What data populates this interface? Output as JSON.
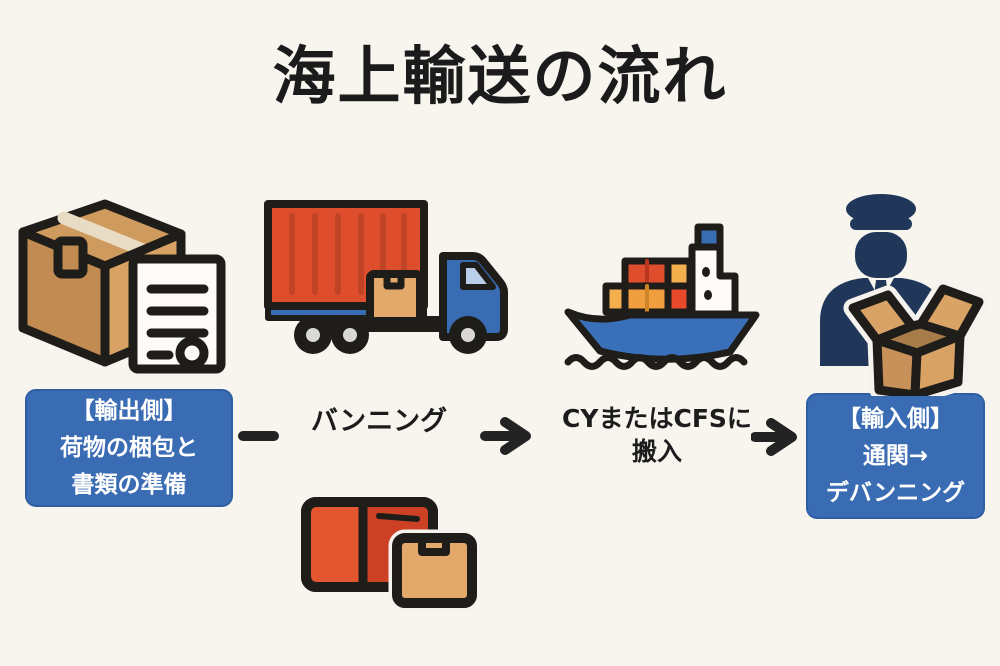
{
  "page": {
    "title": "海上輸送の流れ",
    "background_color": "#f8f5ef"
  },
  "flow": {
    "steps": [
      {
        "id": "export-preparation",
        "icon": "package-with-document-icon",
        "style": "blue-box",
        "label_lines": [
          "【輸出側】",
          "荷物の梱包と",
          "書類の準備"
        ]
      },
      {
        "id": "vanning",
        "icon": "container-truck-icon",
        "style": "plain-text",
        "label": "バンニング"
      },
      {
        "id": "carry-in",
        "icon": "container-ship-icon",
        "style": "plain-text",
        "label_lines": [
          "CYまたはCFSに",
          "搬入"
        ]
      },
      {
        "id": "import-customs",
        "icon": "customs-officer-unpacking-icon",
        "style": "blue-box",
        "label_lines": [
          "【輸入側】",
          "通関→",
          "デバンニング"
        ]
      }
    ],
    "extra_icon": "container-devanning-icon",
    "connectors": [
      {
        "type": "dash"
      },
      {
        "type": "arrow"
      },
      {
        "type": "arrow"
      }
    ]
  },
  "colors": {
    "background": "#f8f5ef",
    "title_text": "#1b1b1b",
    "label_box_blue": "#3a6cb4",
    "label_text": "#ffffff",
    "outline_black": "#1f1d1a",
    "cardboard_tan": "#cf9a62",
    "container_red": "#de4e2d",
    "container_orange": "#f5b04e",
    "vehicle_blue": "#3a6cb4",
    "navy_figure": "#21375a"
  }
}
